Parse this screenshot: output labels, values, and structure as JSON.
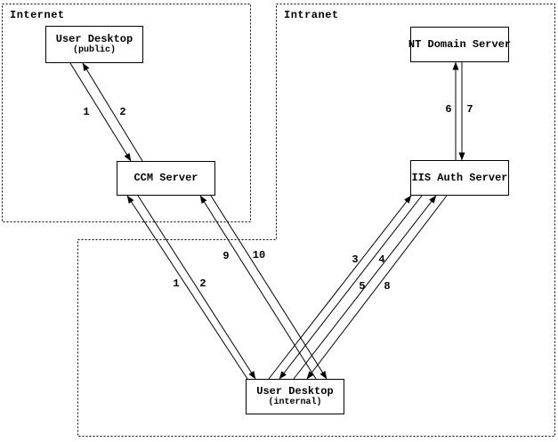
{
  "zones": {
    "internet": {
      "label": "Internet"
    },
    "intranet": {
      "label": "Intranet"
    }
  },
  "nodes": {
    "user_desktop_public": {
      "title": "User Desktop",
      "subtitle": "(public)"
    },
    "ccm_server": {
      "title": "CCM Server"
    },
    "nt_domain_server": {
      "title": "NT Domain Server"
    },
    "iis_auth_server": {
      "title": "IIS Auth Server"
    },
    "user_desktop_internal": {
      "title": "User Desktop",
      "subtitle": "(internal)"
    }
  },
  "steps": {
    "public_to_ccm": "1",
    "ccm_to_public": "2",
    "internal_to_ccm_1": "1",
    "ccm_to_internal_2": "2",
    "internal_to_iis_3": "3",
    "iis_to_internal_4": "4",
    "internal_to_iis_5": "5",
    "iis_to_nt_6": "6",
    "nt_to_iis_7": "7",
    "iis_to_internal_8": "8",
    "internal_to_ccm_9": "9",
    "ccm_to_internal_10": "10"
  },
  "colors": {
    "line": "#000000",
    "background": "#ffffff"
  }
}
